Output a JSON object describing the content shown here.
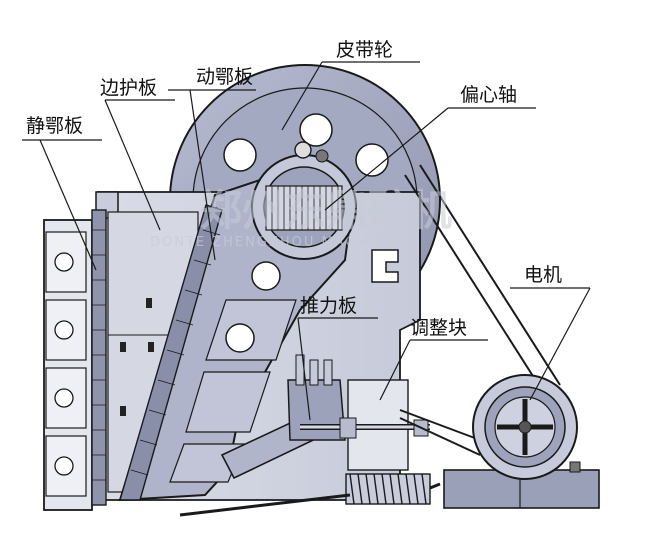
{
  "labels": {
    "pulley": "皮带轮",
    "movable_jaw_plate": "动鄂板",
    "side_guard_plate": "边护板",
    "fixed_jaw_plate": "静鄂板",
    "eccentric_shaft": "偏心轴",
    "motor": "电机",
    "toggle_plate": "推力板",
    "adjusting_block": "调整块"
  },
  "watermark": {
    "cn": "郑州东鼎矿机",
    "en": "DONTE ZHENGZHOU MACHINERY"
  },
  "colors": {
    "metal": "#a8adc6",
    "metal_dark": "#7c8199",
    "metal_light": "#d7dae6",
    "line": "#1a1a1a"
  }
}
